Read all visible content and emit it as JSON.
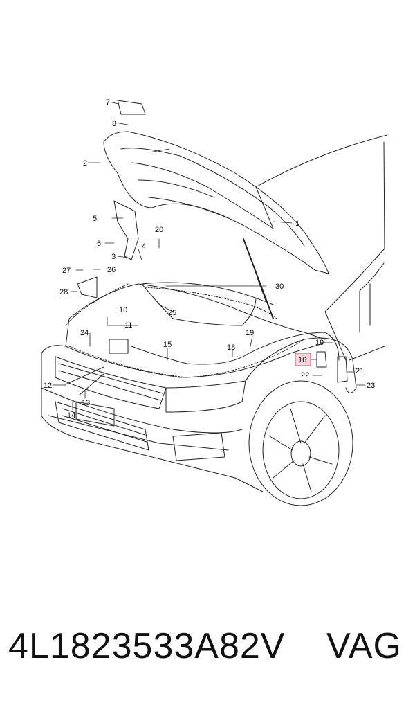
{
  "diagram": {
    "callouts": [
      {
        "id": "c1",
        "text": "1"
      },
      {
        "id": "c2",
        "text": "2"
      },
      {
        "id": "c3",
        "text": "3"
      },
      {
        "id": "c4",
        "text": "4"
      },
      {
        "id": "c5",
        "text": "5"
      },
      {
        "id": "c6",
        "text": "6"
      },
      {
        "id": "c7",
        "text": "7"
      },
      {
        "id": "c8",
        "text": "8"
      },
      {
        "id": "c10",
        "text": "10"
      },
      {
        "id": "c11",
        "text": "11"
      },
      {
        "id": "c12",
        "text": "12"
      },
      {
        "id": "c13",
        "text": "13"
      },
      {
        "id": "c14",
        "text": "14"
      },
      {
        "id": "c15",
        "text": "15"
      },
      {
        "id": "c16",
        "text": "16"
      },
      {
        "id": "c18",
        "text": "18"
      },
      {
        "id": "c19a",
        "text": "19"
      },
      {
        "id": "c19b",
        "text": "19"
      },
      {
        "id": "c20",
        "text": "20"
      },
      {
        "id": "c21",
        "text": "21"
      },
      {
        "id": "c22",
        "text": "22"
      },
      {
        "id": "c23",
        "text": "23"
      },
      {
        "id": "c24",
        "text": "24"
      },
      {
        "id": "c25",
        "text": "25"
      },
      {
        "id": "c26",
        "text": "26"
      },
      {
        "id": "c27",
        "text": "27"
      },
      {
        "id": "c28",
        "text": "28"
      },
      {
        "id": "c30",
        "text": "30"
      }
    ],
    "highlighted_callout": "16",
    "highlight_color": "#f6d5dc"
  },
  "footer": {
    "part_number": "4L1823533A82V",
    "brand": "VAG"
  }
}
